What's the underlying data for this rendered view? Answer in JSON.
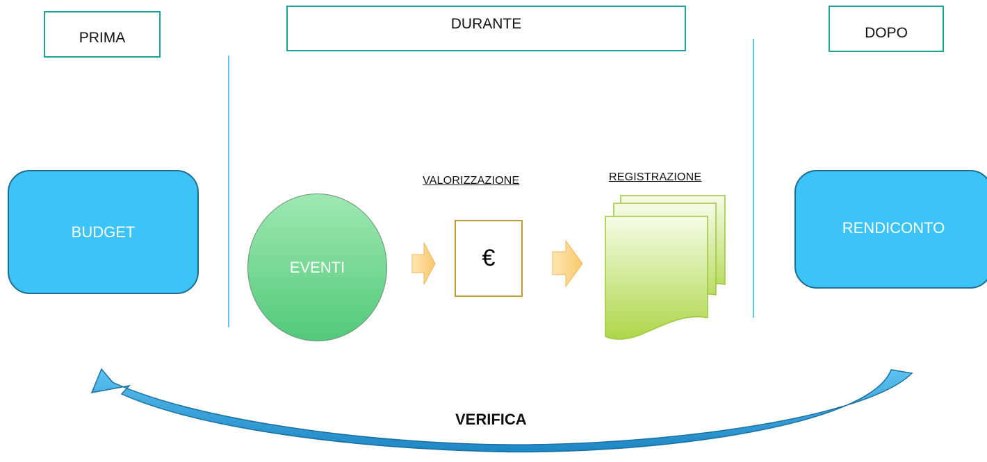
{
  "phases": {
    "prima": "PRIMA",
    "durante": "DURANTE",
    "dopo": "DOPO"
  },
  "boxes": {
    "budget": "BUDGET",
    "rendiconto": "RENDICONTO"
  },
  "process": {
    "eventi": "EVENTI",
    "valorizzazione": "VALORIZZAZIONE",
    "euro_symbol": "€",
    "registrazione": "REGISTRAZIONE"
  },
  "feedback": {
    "label": "VERIFICA"
  },
  "colors": {
    "phase_border": "#1aa39a",
    "box_fill": "#3cc4f9",
    "box_border": "#1f6b8c",
    "circle_fill": "#6fd58f",
    "euro_border": "#c29a33",
    "document_fill": "#c4e27a",
    "arrow_fill": "#fbd48a",
    "curve_arrow": "#2e9fd8",
    "divider": "#5bc4f0"
  },
  "icons": [
    "small-right-arrow-icon",
    "document-stack-icon",
    "curved-return-arrow-icon"
  ]
}
